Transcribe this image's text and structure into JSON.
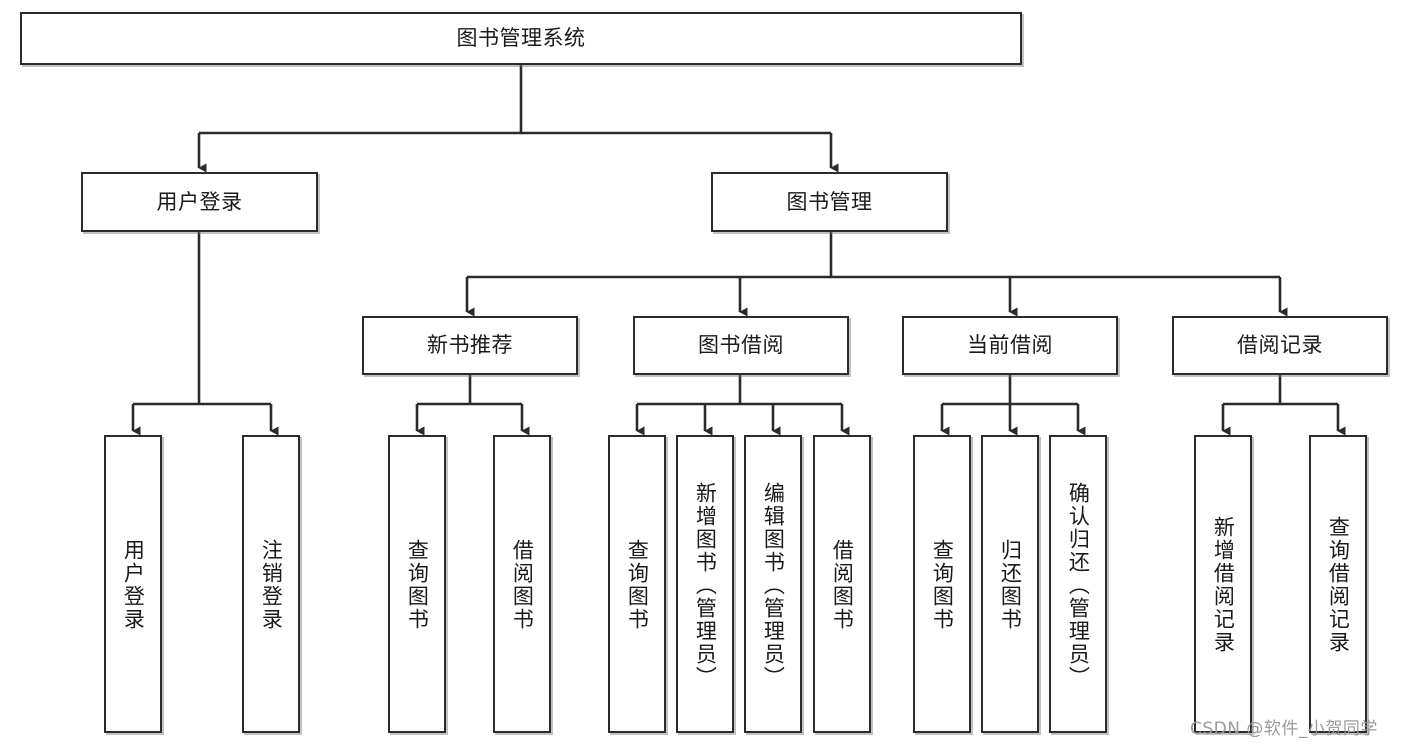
{
  "diagram": {
    "title": "图书管理系统",
    "type": "functional-structure-tree",
    "root": {
      "label": "图书管理系统"
    },
    "level2": [
      {
        "label": "用户登录"
      },
      {
        "label": "图书管理"
      }
    ],
    "level3": [
      {
        "label": "新书推荐"
      },
      {
        "label": "图书借阅"
      },
      {
        "label": "当前借阅"
      },
      {
        "label": "借阅记录"
      }
    ],
    "leaves": {
      "user_login": [
        {
          "label": "用户登录"
        },
        {
          "label": "注销登录"
        }
      ],
      "new_book_recommend": [
        {
          "label": "查询图书"
        },
        {
          "label": "借阅图书"
        }
      ],
      "book_borrow": [
        {
          "label": "查询图书"
        },
        {
          "label": "新增图书（管理员）"
        },
        {
          "label": "编辑图书（管理员）"
        },
        {
          "label": "借阅图书"
        }
      ],
      "current_borrow": [
        {
          "label": "查询图书"
        },
        {
          "label": "归还图书"
        },
        {
          "label": "确认归还（管理员）"
        }
      ],
      "borrow_record": [
        {
          "label": "新增借阅记录"
        },
        {
          "label": "查询借阅记录"
        }
      ]
    }
  },
  "watermark": {
    "text": "CSDN @软件_小贺同学"
  },
  "colors": {
    "border": "#2b2b2b",
    "fill": "#ffffff",
    "text": "#1a1a1a",
    "watermark": "#9a9a9a"
  }
}
